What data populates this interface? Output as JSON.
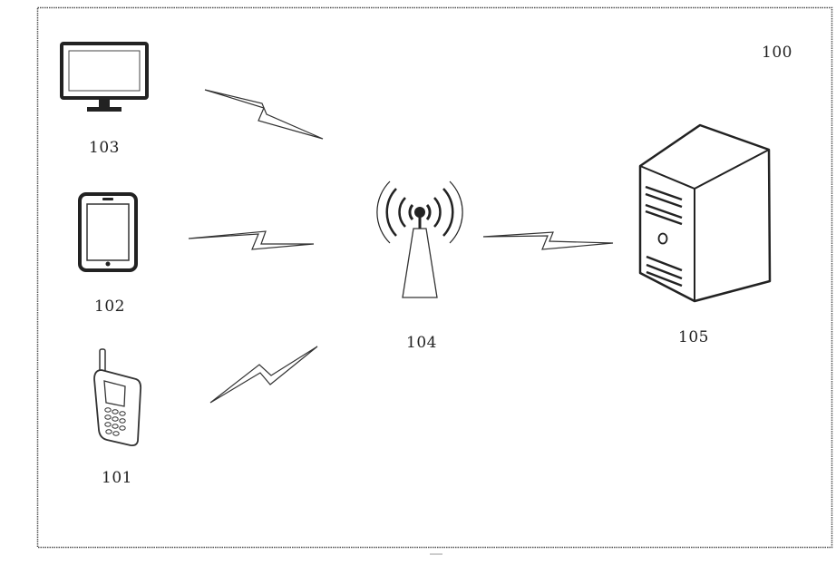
{
  "diagram": {
    "system_label": "100",
    "nodes": [
      {
        "id": "monitor",
        "label": "103",
        "icon": "monitor-icon"
      },
      {
        "id": "tablet",
        "label": "102",
        "icon": "tablet-icon"
      },
      {
        "id": "phone",
        "label": "101",
        "icon": "mobile-phone-icon"
      },
      {
        "id": "tower",
        "label": "104",
        "icon": "antenna-tower-icon"
      },
      {
        "id": "server",
        "label": "105",
        "icon": "server-icon"
      }
    ],
    "links": [
      {
        "from": "monitor",
        "to": "tower",
        "style": "wireless-zigzag"
      },
      {
        "from": "tablet",
        "to": "tower",
        "style": "wireless-zigzag"
      },
      {
        "from": "phone",
        "to": "tower",
        "style": "wireless-zigzag"
      },
      {
        "from": "tower",
        "to": "server",
        "style": "wireless-zigzag"
      }
    ],
    "line_color": "#222222"
  }
}
